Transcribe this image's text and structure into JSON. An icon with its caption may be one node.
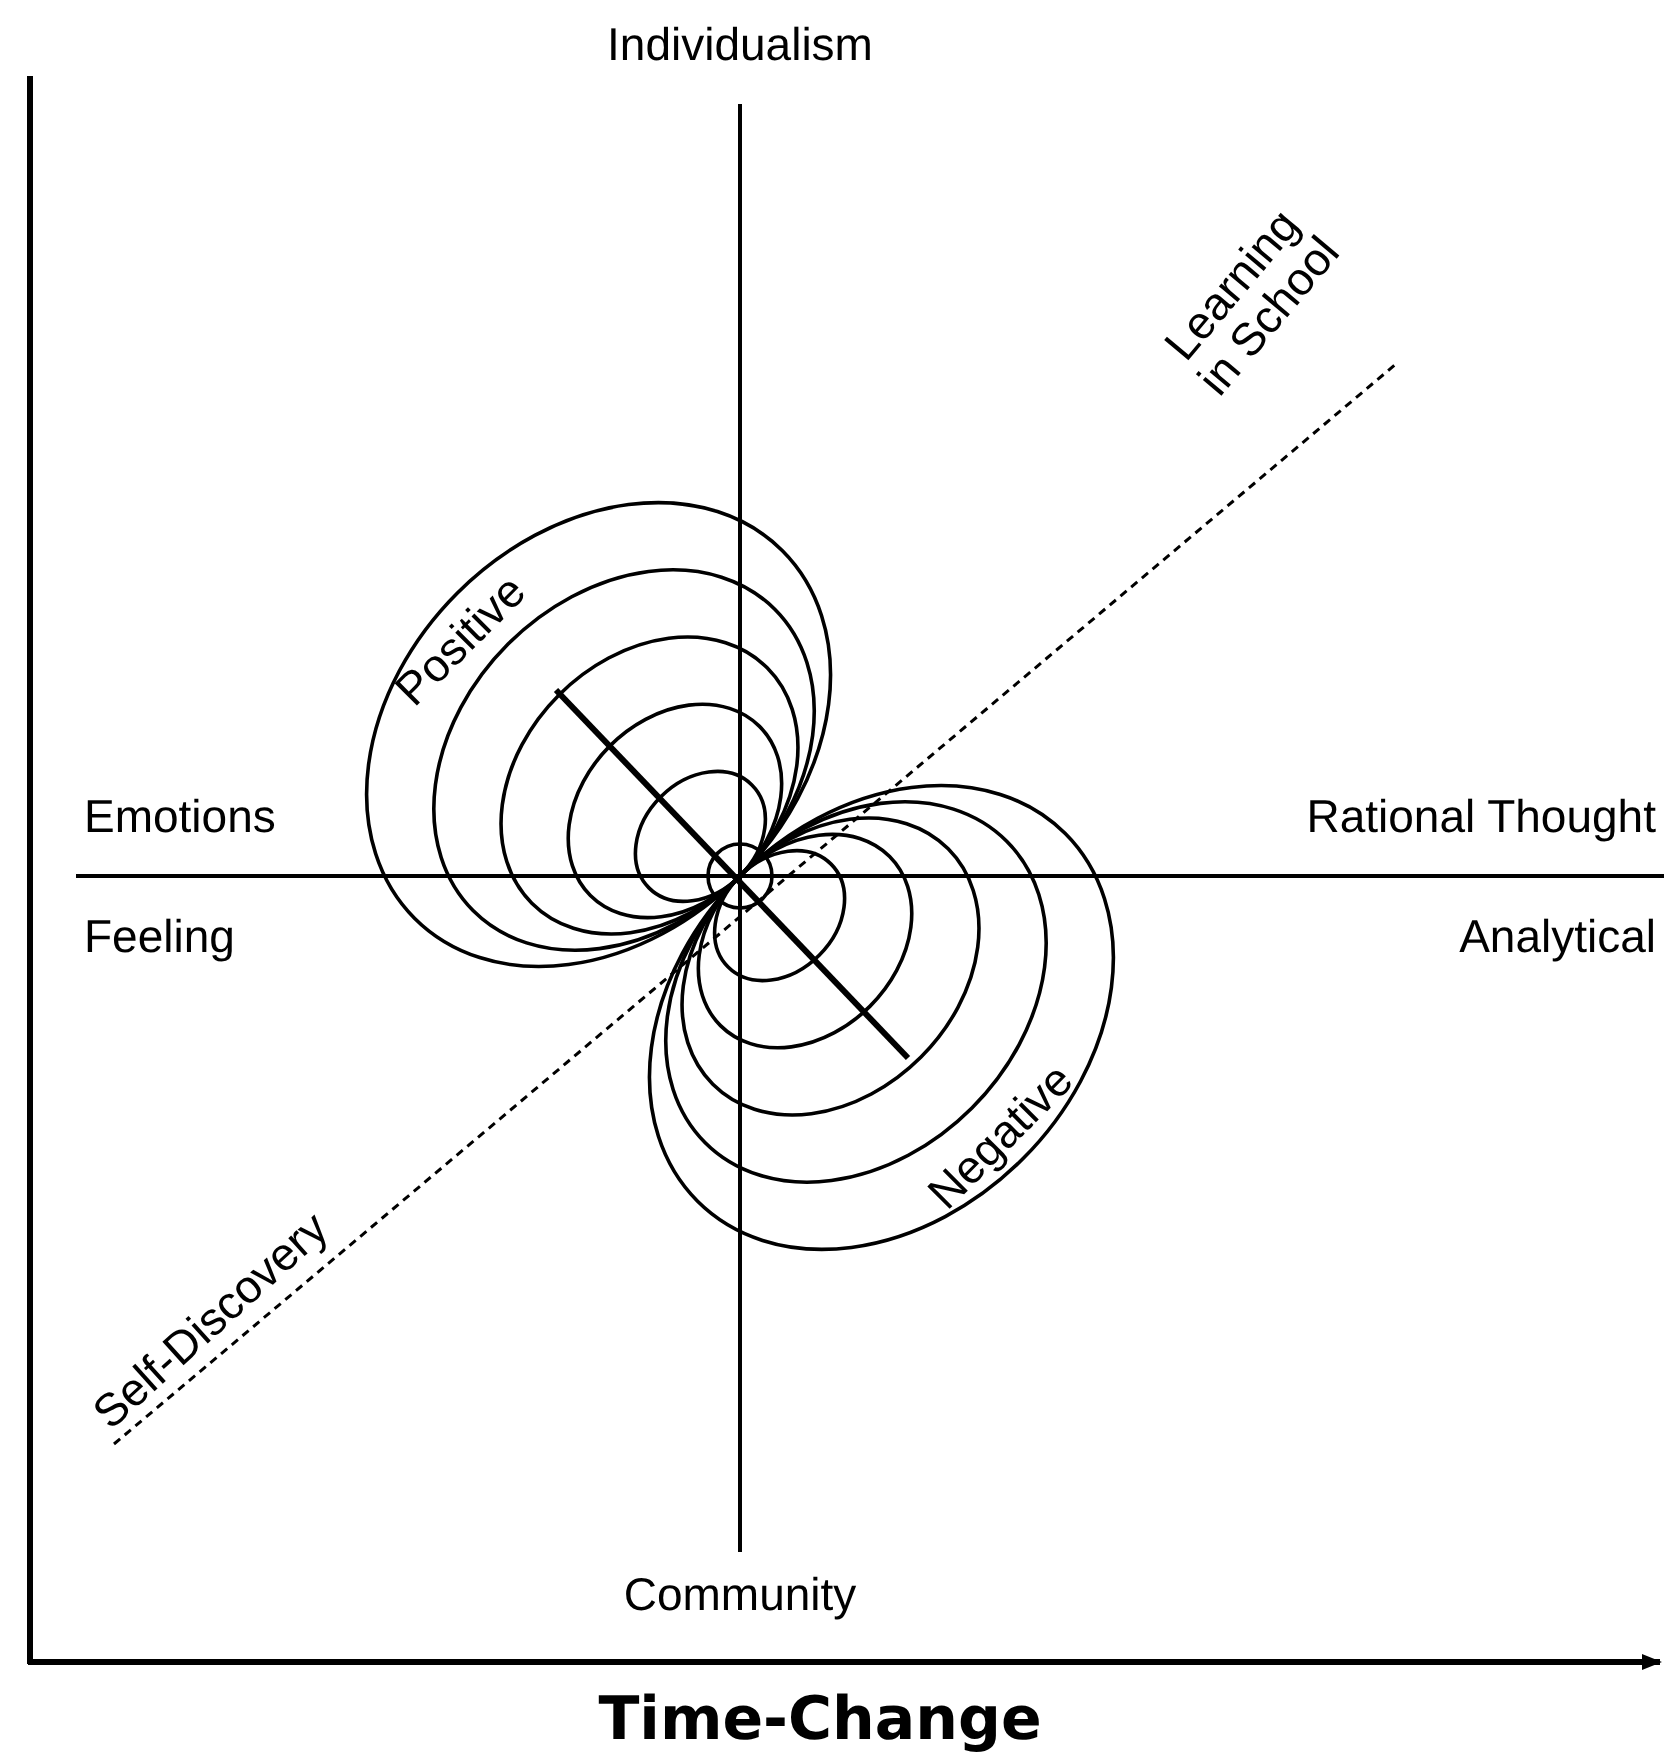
{
  "diagram": {
    "labels": [
      "Individualism",
      "Learning in School",
      "Positive",
      "Emotions",
      "Rational Thought",
      "Feeling",
      "Analytical",
      "Negative",
      "Self-Discovery",
      "Community",
      "Time-Change"
    ]
  }
}
